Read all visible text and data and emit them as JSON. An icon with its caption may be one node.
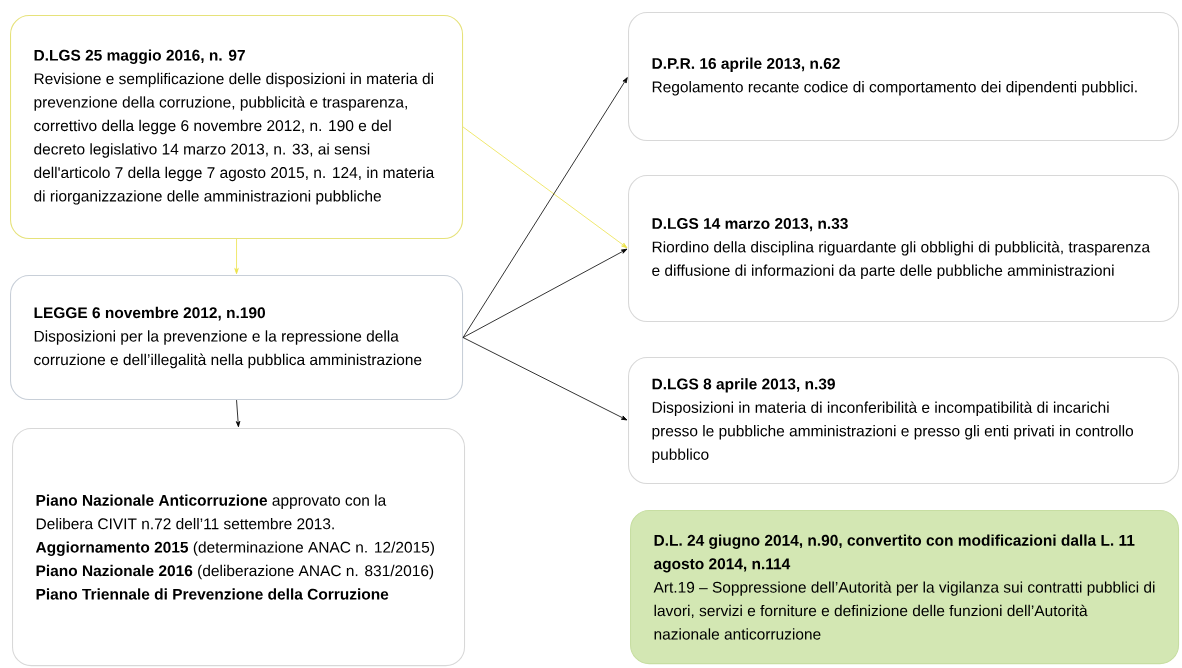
{
  "diagram": {
    "nodes": [
      {
        "text": [
          "D.LGS 25 maggio 2016, n. 97",
          "Revisione e semplificazione delle disposizioni in materia di prevenzione della corruzione, pubblicità e trasparenza, correttivo della legge 6 novembre 2012, n. 190 e del decreto legislativo 14 marzo 2013, n. 33, ai sensi dell'articolo 7 della legge 7 agosto 2015, n. 124, in materia di riorganizzazione delle amministrazioni pubbliche"
        ]
      },
      {
        "text": [
          "LEGGE 6 novembre 2012, n.190",
          "Disposizioni per la prevenzione e la repressione della corruzione e dell’illegalità nella pubblica amministrazione"
        ]
      },
      {
        "text": [
          "**Piano Nazionale Anticorruzione** approvato con la Delibera CIVIT n.72 dell’11 settembre 2013.",
          "**Aggiornamento 2015** (determinazione ANAC n. 12/2015)",
          "**Piano Nazionale 2016** (deliberazione ANAC n. 831/2016)",
          "Piano Triennale di Prevenzione della Corruzione"
        ]
      },
      {
        "text": [
          "D.P.R. 16 aprile 2013, n.62",
          "Regolamento recante codice di comportamento dei dipendenti pubblici."
        ]
      },
      {
        "text": [
          "D.LGS 14 marzo 2013, n.33",
          "Riordino della disciplina riguardante gli obblighi di pubblicità, trasparenza e diffusione di informazioni da parte delle pubbliche amministrazioni"
        ]
      },
      {
        "text": [
          "D.LGS 8 aprile 2013, n.39",
          "Disposizioni in materia di inconferibilità e incompatibilità di incarichi presso le pubbliche amministrazioni e presso gli enti privati in controllo pubblico"
        ]
      },
      {
        "text": [
          "D.L. 24 giugno 2014, n.90, convertito con modificazioni dalla L. 11 agosto 2014, n.114",
          "Art.19 – Soppressione dell’Autorità per la vigilanza sui contratti pubblici di lavori, servizi e forniture e definizione delle funzioni dell’Autorità nazionale anticorruzione"
        ]
      }
    ],
    "edges": [
      {
        "from": 0,
        "to": 1,
        "arrow": "to",
        "color": "#ece24a"
      },
      {
        "from": 0,
        "to": 4,
        "arrow": "to",
        "color": "#ece24a"
      },
      {
        "from": 1,
        "to": 3,
        "arrow": "to"
      },
      {
        "from": 1,
        "to": 4,
        "arrow": "to"
      },
      {
        "from": 1,
        "to": 5,
        "arrow": "to"
      },
      {
        "from": 1,
        "to": 2,
        "arrow": "to"
      }
    ]
  }
}
